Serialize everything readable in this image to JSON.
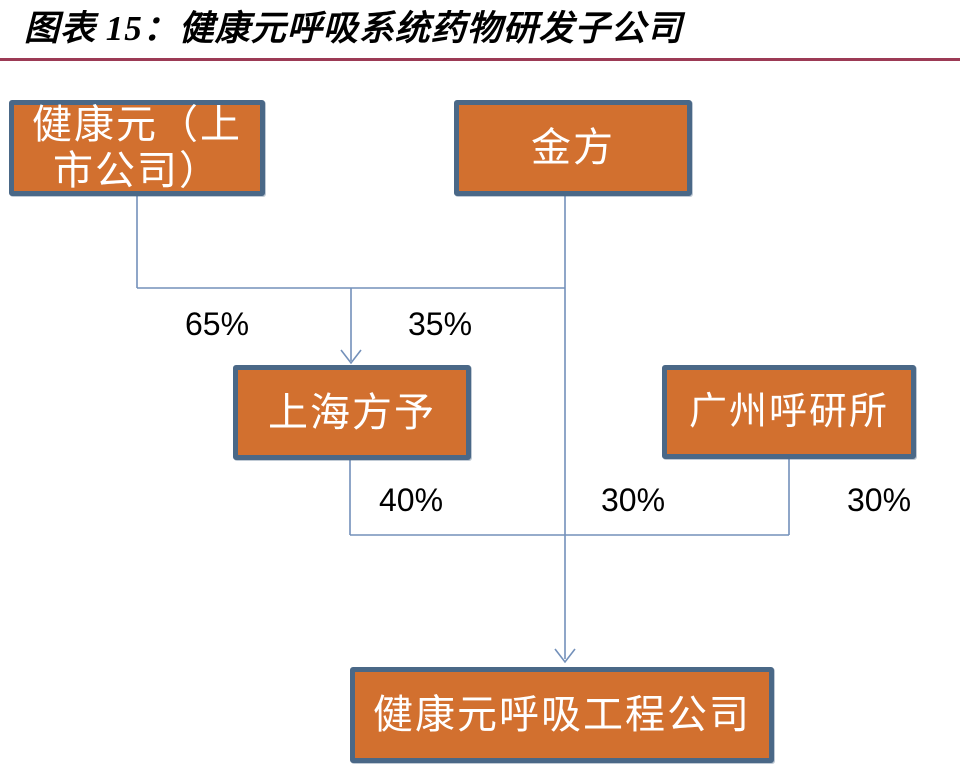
{
  "header": {
    "title": "图表 15：健康元呼吸系统药物研发子公司"
  },
  "diagram": {
    "type": "ownership-structure",
    "nodes": {
      "jky": {
        "label": "健康元（上市公司）"
      },
      "jinfang": {
        "label": "金方"
      },
      "shfy": {
        "label": "上海方予"
      },
      "gzh": {
        "label": "广州呼研所"
      },
      "target": {
        "label": "健康元呼吸工程公司"
      }
    },
    "ownership": {
      "jky_to_shfy": "65%",
      "jinfang_to_shfy": "35%",
      "shfy_to_target": "40%",
      "jinfang_to_target": "30%",
      "gzh_to_target": "30%"
    },
    "colors": {
      "box_fill": "#D2702F",
      "box_border": "#4A6887",
      "connector": "#7390BA",
      "title_rule": "#9C3A55",
      "box_text": "#FFFFFF",
      "label_text": "#000000"
    }
  }
}
